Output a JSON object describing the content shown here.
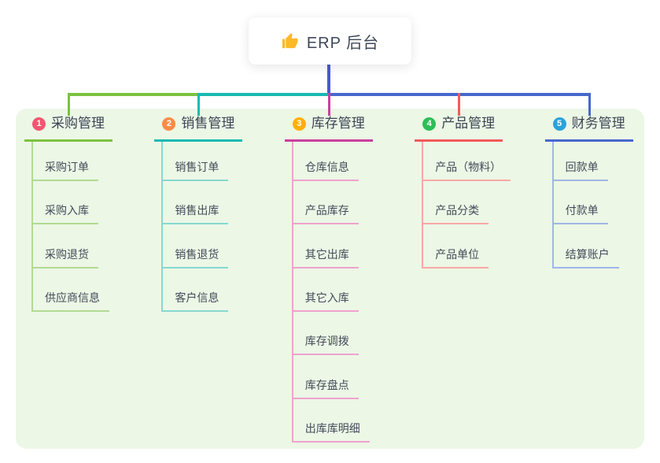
{
  "root": {
    "label": "ERP 后台",
    "icon": "thumbs-up-icon",
    "icon_color": "#fcb826"
  },
  "colors": {
    "panel_background": "#ecf7e6",
    "root_drop_line": "#4c58d0",
    "title_text": "#3c4554",
    "child_text": "#434c59"
  },
  "branches": [
    {
      "index": "1",
      "label": "采购管理",
      "badge_color": "#f25670",
      "line_color": "#7cc240",
      "child_line_color": "#b2da92",
      "children": [
        "采购订单",
        "采购入库",
        "采购退货",
        "供应商信息"
      ]
    },
    {
      "index": "2",
      "label": "销售管理",
      "badge_color": "#fb8b48",
      "line_color": "#19b9b1",
      "child_line_color": "#86d8d1",
      "children": [
        "销售订单",
        "销售出库",
        "销售退货",
        "客户信息"
      ]
    },
    {
      "index": "3",
      "label": "库存管理",
      "badge_color": "#ffb005",
      "line_color": "#cb3f9e",
      "child_line_color": "#efa2cd",
      "children": [
        "仓库信息",
        "产品库存",
        "其它出库",
        "其它入库",
        "库存调拨",
        "库存盘点",
        "出库库明细"
      ]
    },
    {
      "index": "4",
      "label": "产品管理",
      "badge_color": "#2ebd57",
      "line_color": "#f25b5b",
      "child_line_color": "#f8a8a5",
      "children": [
        "产品（物料）",
        "产品分类",
        "产品单位"
      ]
    },
    {
      "index": "5",
      "label": "财务管理",
      "badge_color": "#2aa2db",
      "line_color": "#4668cd",
      "child_line_color": "#a0b5e8",
      "children": [
        "回款单",
        "付款单",
        "结算账户"
      ]
    }
  ]
}
